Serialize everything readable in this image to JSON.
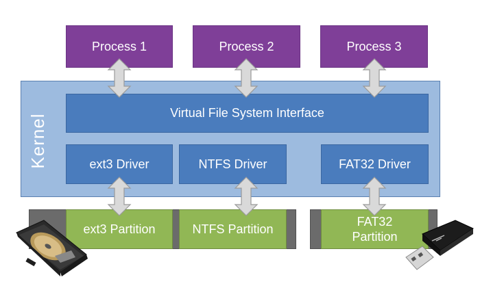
{
  "processes": [
    "Process 1",
    "Process 2",
    "Process 3"
  ],
  "kernel": {
    "label": "Kernel",
    "vfs": "Virtual File System Interface",
    "drivers": [
      "ext3 Driver",
      "NTFS Driver",
      "FAT32 Driver"
    ]
  },
  "partitions": [
    "ext3 Partition",
    "NTFS Partition",
    "FAT32\nPartition"
  ],
  "colors": {
    "process": "#7f3f98",
    "kernel": "#9dbbdf",
    "blue_box": "#4a7cbd",
    "partition": "#91b755",
    "disk_edge": "#6b6b6b",
    "arrow": "#d9d9d9"
  },
  "icons": [
    "hard-drive-icon",
    "usb-drive-icon"
  ]
}
